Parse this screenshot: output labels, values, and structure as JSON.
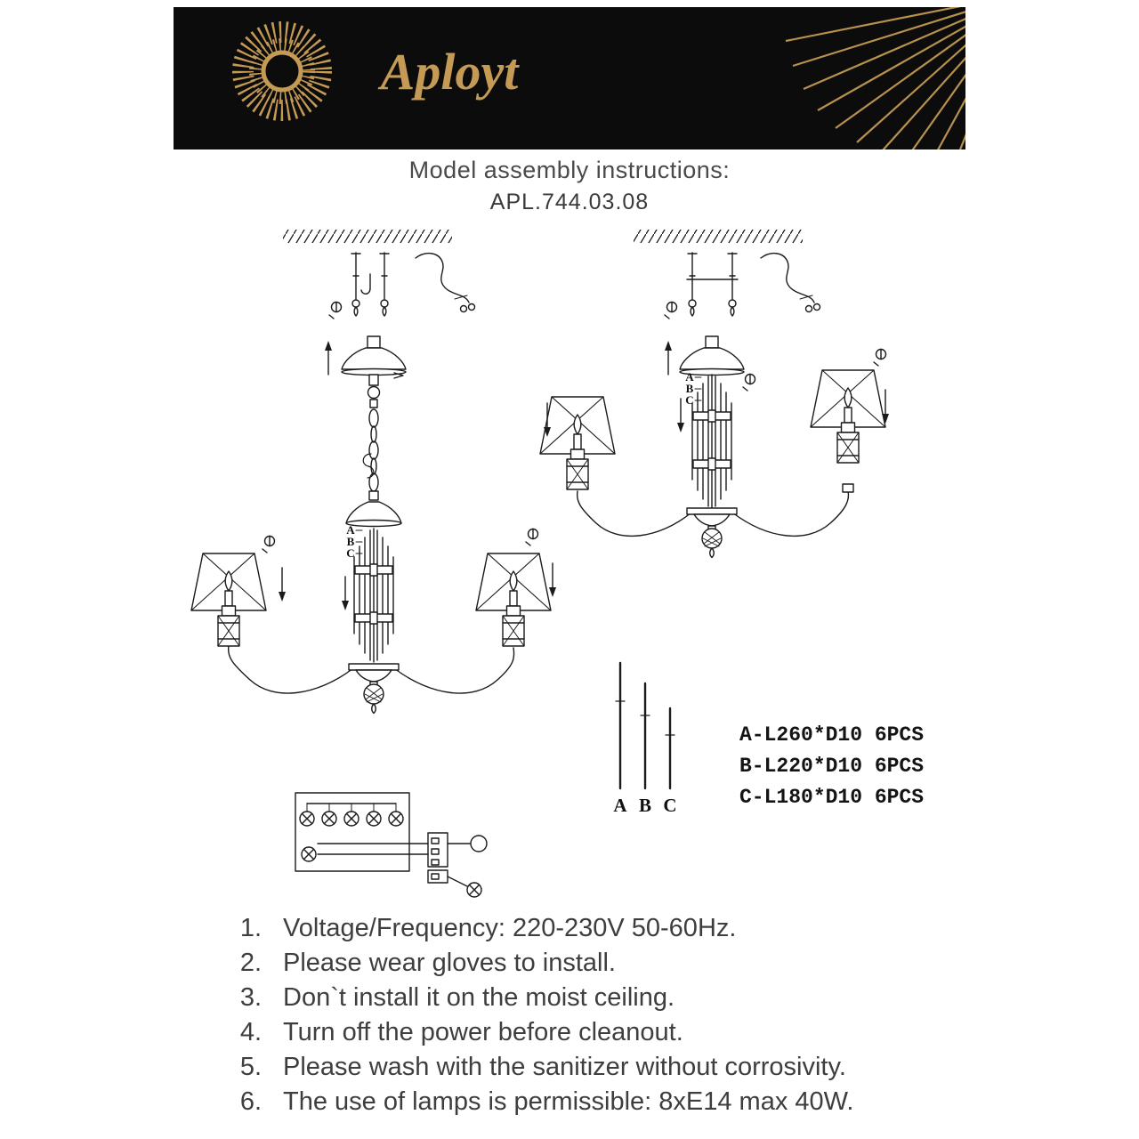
{
  "header": {
    "brand": "Aployt",
    "logo_icon": "sunburst-logo",
    "rays_icon": "gold-rays"
  },
  "title": "Model assembly instructions:",
  "model": "APL.744.03.08",
  "diagram": {
    "column_labels": [
      "A",
      "B",
      "C"
    ]
  },
  "parts": {
    "items": [
      {
        "label": "A",
        "spec": "A-L260*D10 6PCS"
      },
      {
        "label": "B",
        "spec": "B-L220*D10 6PCS"
      },
      {
        "label": "C",
        "spec": "C-L180*D10 6PCS"
      }
    ]
  },
  "instructions": [
    {
      "num": "1.",
      "text": "Voltage/Frequency: 220-230V 50-60Hz."
    },
    {
      "num": "2.",
      "text": "Please wear gloves to install."
    },
    {
      "num": "3.",
      "text": "Don`t install it on the moist ceiling."
    },
    {
      "num": "4.",
      "text": "Turn off the power before cleanout."
    },
    {
      "num": "5.",
      "text": "Please wash with the sanitizer without corrosivity."
    },
    {
      "num": "6.",
      "text": "The use of lamps is permissible: 8xE14 max 40W."
    }
  ],
  "colors": {
    "banner_bg": "#0c0c0c",
    "brand_gold": "#c49a55",
    "ink": "#1b1b1b",
    "text": "#3e3e3e"
  }
}
